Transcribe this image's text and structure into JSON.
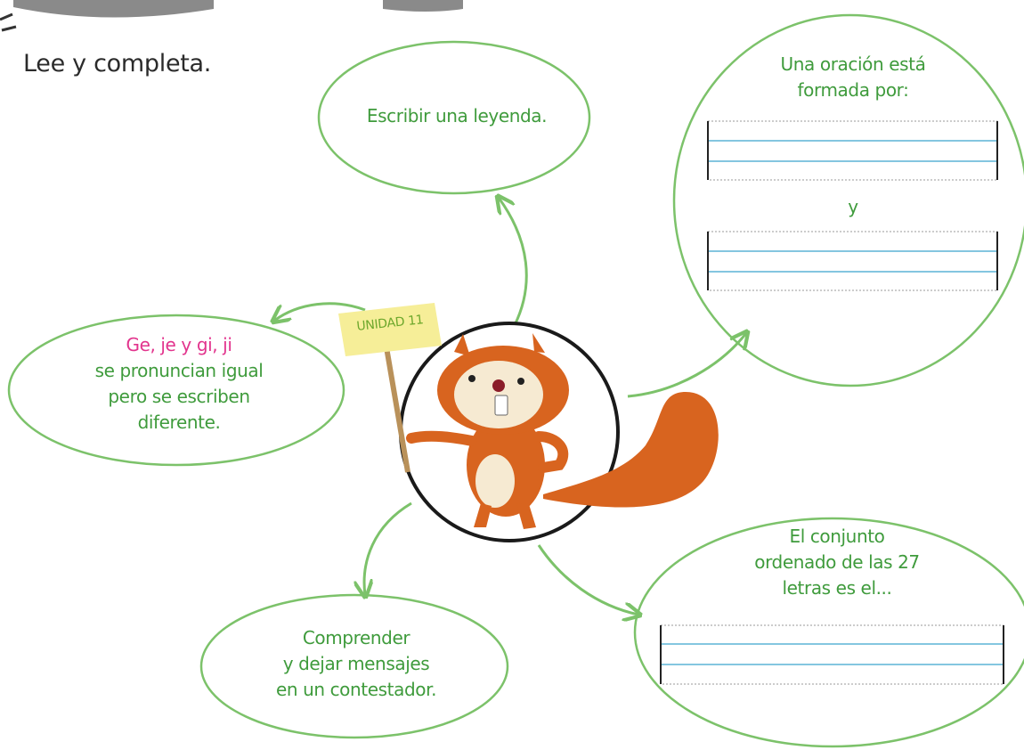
{
  "instruction": "Lee y completa.",
  "unit_sign": "UNIDAD 11",
  "bubbles": {
    "leyenda": {
      "text": "Escribir una leyenda."
    },
    "oracion": {
      "line1": "Una oración está",
      "line2": "formada por:",
      "connector": "y"
    },
    "ge_je": {
      "pink": "Ge, je y gi, ji",
      "line2": "se pronuncian igual",
      "line3": "pero se escriben",
      "line4": "diferente."
    },
    "contestador": {
      "line1": "Comprender",
      "line2": "y dejar mensajes",
      "line3": "en un contestador."
    },
    "abecedario": {
      "line1": "El conjunto",
      "line2": "ordenado de las 27",
      "line3": "letras es el..."
    }
  },
  "colors": {
    "bubble_outline": "#7cc26a",
    "bubble_text": "#3f9b3c",
    "highlight_text": "#e2348d",
    "writing_line": "#5bb3d6",
    "squirrel": "#d8641f",
    "sign": "#f6ee98"
  },
  "icons": [
    "squirrel-mascot-illustration",
    "arrow-icon"
  ]
}
